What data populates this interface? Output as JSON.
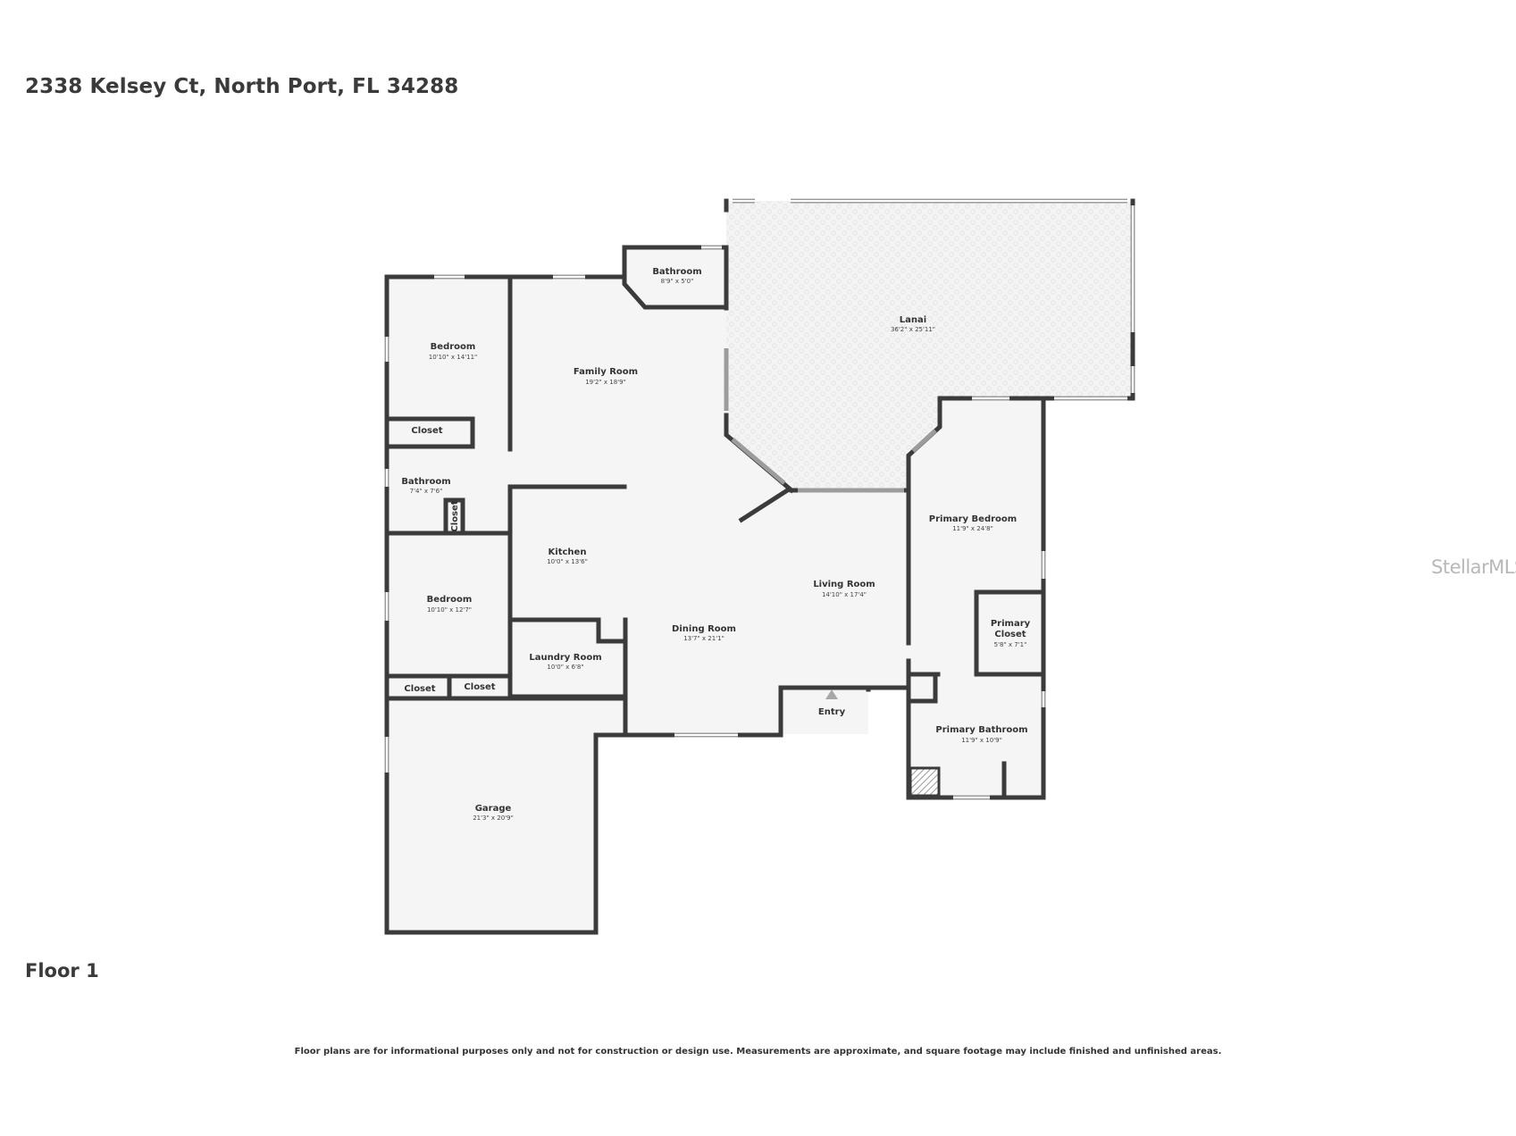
{
  "header": {
    "address": "2338 Kelsey Ct, North Port, FL 34288"
  },
  "floor": {
    "label": "Floor 1"
  },
  "footer": {
    "disclaimer": "Floor plans are for informational purposes only and not for construction or design use. Measurements are approximate, and square footage may include finished and unfinished areas."
  },
  "watermark": {
    "text": "StellarMLS"
  },
  "rooms": {
    "bedroom_nw": {
      "name": "Bedroom",
      "dims": "10'10\" x 14'11\""
    },
    "closet_nw": {
      "name": "Closet"
    },
    "bathroom_w": {
      "name": "Bathroom",
      "dims": "7'4\" x 7'6\""
    },
    "closet_bath": {
      "name": "Closet"
    },
    "bedroom_sw": {
      "name": "Bedroom",
      "dims": "10'10\" x 12'7\""
    },
    "closet_sw_1": {
      "name": "Closet"
    },
    "closet_sw_2": {
      "name": "Closet"
    },
    "family_room": {
      "name": "Family Room",
      "dims": "19'2\" x 18'9\""
    },
    "bathroom_n": {
      "name": "Bathroom",
      "dims": "8'9\" x 5'0\""
    },
    "lanai": {
      "name": "Lanai",
      "dims": "36'2\" x 25'11\""
    },
    "kitchen": {
      "name": "Kitchen",
      "dims": "10'0\" x 13'6\""
    },
    "laundry_room": {
      "name": "Laundry Room",
      "dims": "10'0\" x 6'8\""
    },
    "dining_room": {
      "name": "Dining Room",
      "dims": "13'7\" x 21'1\""
    },
    "living_room": {
      "name": "Living Room",
      "dims": "14'10\" x 17'4\""
    },
    "primary_bedroom": {
      "name": "Primary Bedroom",
      "dims": "11'9\" x 24'8\""
    },
    "primary_closet": {
      "name_line1": "Primary",
      "name_line2": "Closet",
      "dims": "5'8\" x 7'1\""
    },
    "primary_bathroom": {
      "name": "Primary Bathroom",
      "dims": "11'9\" x 10'9\""
    },
    "garage": {
      "name": "Garage",
      "dims": "21'3\" x 20'9\""
    },
    "entry": {
      "name": "Entry"
    }
  },
  "colors": {
    "wall": "#3b3b3b",
    "floor": "#f5f5f5",
    "window": "#9c9c9c",
    "lanai_tile": "#e6e6e6",
    "watermark": "#b8b8b8"
  },
  "icons": {
    "entry": "entry-arrow-icon"
  }
}
